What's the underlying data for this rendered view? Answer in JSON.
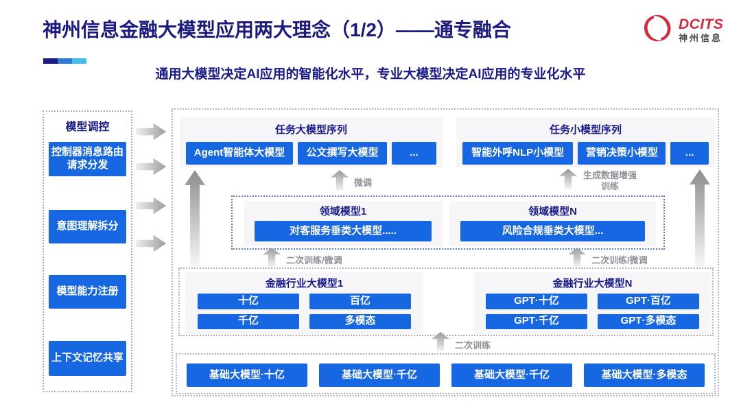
{
  "slide": {
    "title": "神州信息金融大模型应用两大理念（1/2）——通专融合",
    "subtitle": "通用大模型决定AI应用的智能化水平，专业大模型决定AI应用的专业化水平"
  },
  "logo": {
    "brand": "DCITS",
    "company": "神州信息"
  },
  "sidebar": {
    "title": "模型调控",
    "items": [
      {
        "label": "控制器消息路由请求分发"
      },
      {
        "label": "意图理解拆分"
      },
      {
        "label": "模型能力注册"
      },
      {
        "label": "上下文记忆共享"
      }
    ]
  },
  "task_large": {
    "title": "任务大模型序列",
    "items": [
      "Agent智能体大模型",
      "公文撰写大模型",
      "..."
    ]
  },
  "task_small": {
    "title": "任务小模型序列",
    "items": [
      "智能外呼NLP小模型",
      "营销决策小模型",
      "..."
    ]
  },
  "labels": {
    "fine_tune": "微调",
    "augment": "生成数据增强训练",
    "retrain_left": "二次训练/微调",
    "retrain_right": "二次训练/微调",
    "retrain_bottom": "二次训练"
  },
  "domain_models": [
    {
      "title": "领域模型1",
      "item": "对客服务垂类大模型....."
    },
    {
      "title": "领域模型N",
      "item": "风险合规垂类大模型..."
    }
  ],
  "industry_models": [
    {
      "title": "金融行业大模型1",
      "items": [
        "十亿",
        "百亿",
        "千亿",
        "多模态"
      ]
    },
    {
      "title": "金融行业大模型N",
      "items": [
        "GPT·十亿",
        "GPT·百亿",
        "GPT·千亿",
        "GPT·多模态"
      ]
    }
  ],
  "base_models": [
    "基础大模型·十亿",
    "基础大模型·千亿",
    "基础大模型·千亿",
    "基础大模型·多模态"
  ],
  "colors": {
    "chip_blue": "#1767e2",
    "navy_text": "#1a1a85",
    "logo_red": "#d5293d",
    "annotation_gray": "#8f8f97",
    "accent_bar": [
      "#1a1a8c",
      "#2d7dd8",
      "#3fc0ee"
    ]
  }
}
